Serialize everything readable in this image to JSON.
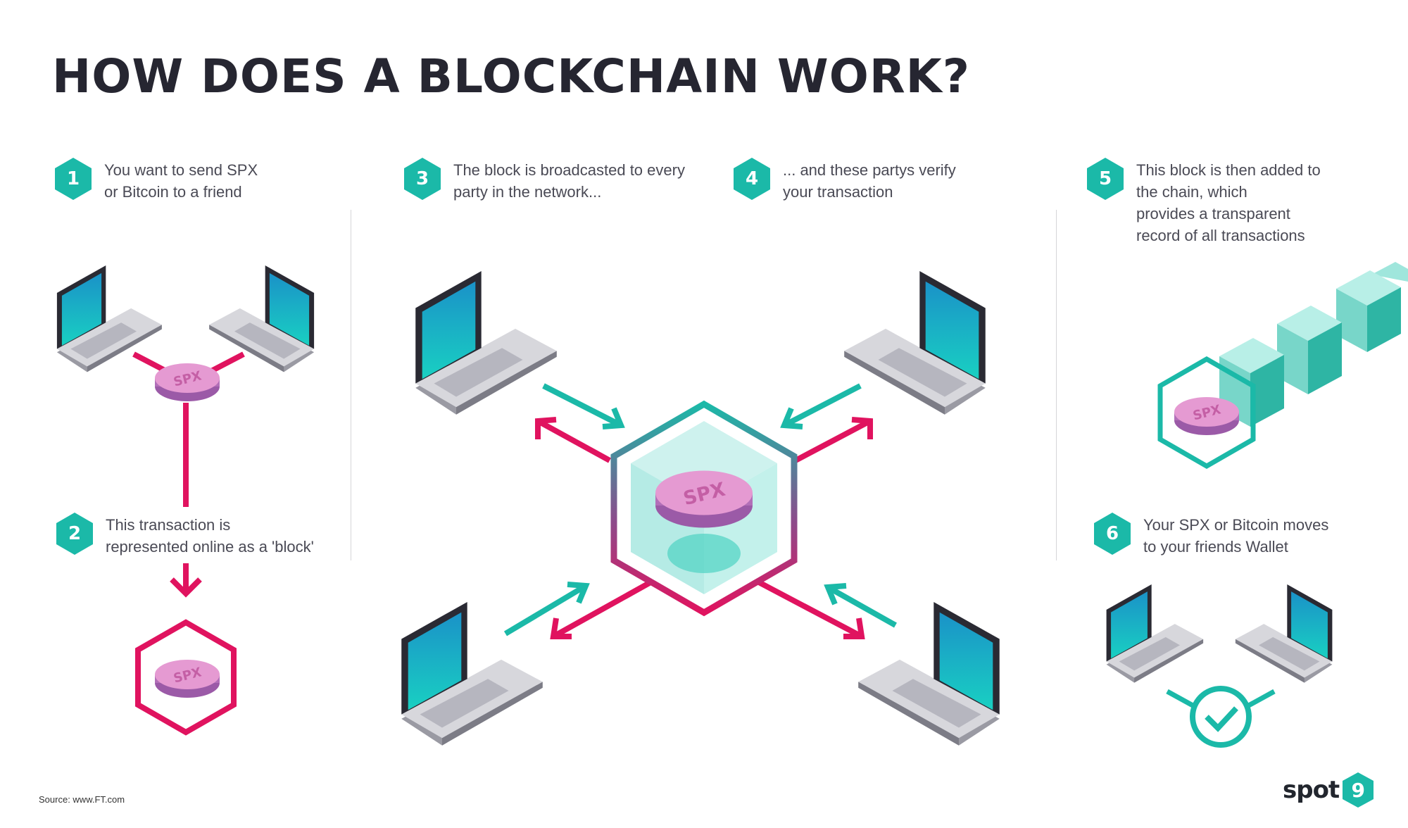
{
  "title": "HOW DOES A BLOCKCHAIN WORK?",
  "steps": [
    {
      "number": "1",
      "text": "You want to send SPX\nor Bitcoin  to a friend"
    },
    {
      "number": "2",
      "text": "This transaction is\nrepresented online as a 'block'"
    },
    {
      "number": "3",
      "text": "The block is broadcasted to every\nparty in the network..."
    },
    {
      "number": "4",
      "text": "... and these partys verify\nyour transaction"
    },
    {
      "number": "5",
      "text": "This block is then added to\nthe chain, which\nprovides a transparent\nrecord of all transactions"
    },
    {
      "number": "6",
      "text": "Your SPX or Bitcoin moves\nto your friends Wallet"
    }
  ],
  "coin_label": "SPX",
  "source": "Source: www.FT.com",
  "logo": {
    "text": "spot",
    "number": "9"
  },
  "colors": {
    "teal": "#1bb9a8",
    "pink": "#e0135f",
    "dark": "#262631",
    "coin": "#d77cc0",
    "screen": "#19a7c9"
  }
}
